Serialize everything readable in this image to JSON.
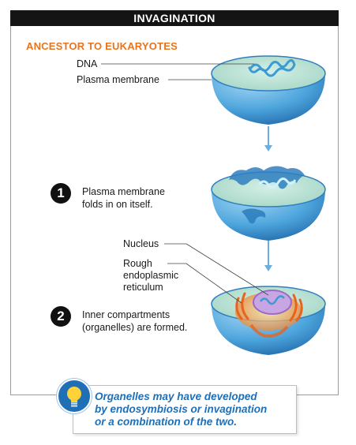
{
  "title": "INVAGINATION",
  "section_title": "ANCESTOR TO EUKARYOTES",
  "labels": {
    "dna": "DNA",
    "plasma_membrane": "Plasma membrane",
    "nucleus": "Nucleus",
    "rough_er_1": "Rough",
    "rough_er_2": "endoplasmic",
    "rough_er_3": "reticulum"
  },
  "steps": [
    {
      "number": "1",
      "line1": "Plasma membrane",
      "line2": "folds in on itself."
    },
    {
      "number": "2",
      "line1": "Inner compartments",
      "line2": "(organelles) are formed."
    }
  ],
  "callout": {
    "icon": "lightbulb-icon",
    "line1": "Organelles may have developed",
    "line2": "by endosymbiosis or invagination",
    "line3": "or a combination of the two."
  },
  "colors": {
    "title_bg": "#141414",
    "section_title": "#e8741e",
    "cell_surface": "#bfe3d6",
    "cell_side": "#3e9ad8",
    "arrow": "#6aaee0",
    "callout_text": "#1e6fb8",
    "organelle_orange": "#f08a3a",
    "nucleus_purple": "#b48ad6"
  }
}
